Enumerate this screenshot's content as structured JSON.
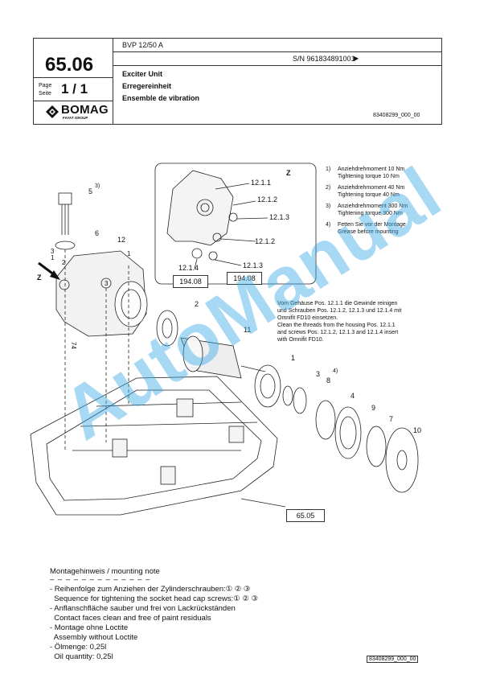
{
  "header": {
    "page_number": "65.06",
    "model": "BVP 12/50 A",
    "serial": "S/N 961834891001",
    "serial_arrow": "▶",
    "page_label_de": "Page",
    "page_label_fr": "Seite",
    "page_count": "1 / 1",
    "title_en": "Exciter Unit",
    "title_de": "Erregereinheit",
    "title_fr": "Ensemble de vibration",
    "logo_text": "BOMAG",
    "logo_sub": "FAYAT GROUP",
    "doc_id": "83408299_000_00"
  },
  "torque_notes": [
    {
      "num": "1)",
      "de": "Anziehdrehmoment 10 Nm",
      "en": "Tightening torque 10 Nm"
    },
    {
      "num": "2)",
      "de": "Anziehdrehmoment 40 Nm",
      "en": "Tightening torque 40 Nm"
    },
    {
      "num": "3)",
      "de": "Anziehdrehmoment 300 Nm",
      "en": "Tightening torque 300 Nm"
    },
    {
      "num": "4)",
      "de": "Fetten Sie vor der Montage",
      "en": "Grease before mounting"
    }
  ],
  "clean_note": {
    "line1": "Vom Gehäuse Pos. 12.1.1 die Gewinde reinigen",
    "line2": "und Schrauben Pos. 12.1.2, 12.1.3 und 12.1.4 mit",
    "line3": "Omnifit FD10 einsetzen.",
    "line4": "Clean the threads from the housing Pos. 12.1.1",
    "line5": "and screws Pos. 12.1.2, 12.1.3 and 12.1.4 insert",
    "line6": "with Omnifit FD10."
  },
  "detail_view": {
    "label": "Z",
    "parts": [
      "12.1.1",
      "12.1.2",
      "12.1.3",
      "12.1.2",
      "12.1.4",
      "12.1.3"
    ],
    "refs": [
      "194.08",
      "194.08"
    ]
  },
  "callouts": [
    "5",
    "3)",
    "6",
    "12",
    "1",
    "2",
    "3",
    "Z",
    "2",
    "11",
    "1",
    "3",
    "4)",
    "8",
    "4",
    "9",
    "7",
    "10",
    "74",
    "3",
    "1"
  ],
  "ref_box": "65.05",
  "watermark": "AutoManual",
  "mounting": {
    "heading": "Montagehinweis / mounting note",
    "dashes": "– – – – – – – – – – – – –",
    "lines": [
      "- Reihenfolge zum Anziehen der Zylinderschrauben:① ② ③",
      "  Sequence for tightening the socket head cap screws:① ② ③",
      "- Anflanschfläche sauber und frei von Lackrückständen",
      "  Contact faces clean and free of paint residuals",
      "- Montage ohne Loctite",
      "  Assembly without Loctite",
      "- Ölmenge: 0,25l",
      "  Oil quantity: 0,25l"
    ]
  },
  "footer_id": "83408299_000_00"
}
